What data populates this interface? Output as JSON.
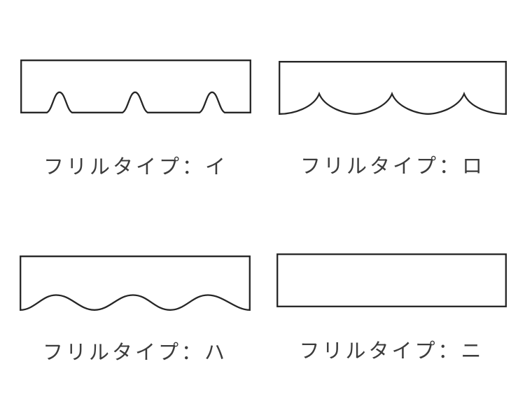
{
  "colors": {
    "background": "#ffffff",
    "line": "#262626",
    "text": "#3c3c3c"
  },
  "panels": [
    {
      "id": "type-i",
      "label": "フリルタイプ：イ",
      "type_char": "イ",
      "shape": "arched-slit-frill-diagram"
    },
    {
      "id": "type-ro",
      "label": "フリルタイプ：ロ",
      "type_char": "ロ",
      "shape": "scalloped-frill-diagram"
    },
    {
      "id": "type-ha",
      "label": "フリルタイプ：ハ",
      "type_char": "ハ",
      "shape": "wavy-frill-diagram"
    },
    {
      "id": "type-ni",
      "label": "フリルタイプ：ニ",
      "type_char": "ニ",
      "shape": "straight-edge-diagram"
    }
  ]
}
